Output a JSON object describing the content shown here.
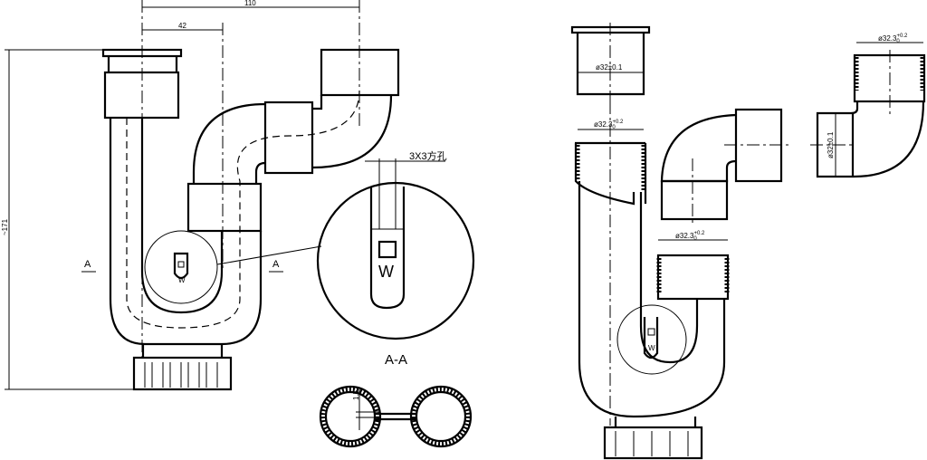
{
  "drawing": {
    "left_view": {
      "dim_overall_width": "110",
      "dim_offset": "42",
      "dim_height": "~171",
      "section_mark_left": "A",
      "section_mark_right": "A",
      "vent_label": "W"
    },
    "detail_view": {
      "hole_note": "3X3方孔",
      "vent_label": "W"
    },
    "section_view": {
      "title": "A-A",
      "wall_thickness": "1.5"
    },
    "right_view": {
      "cap_diameter": "ø32±0.1",
      "socket_diameter": "ø32.3",
      "socket_tol_upper": "+0.2",
      "socket_tol_lower": "0",
      "elbow_socket_diameter": "ø32.3",
      "elbow_tol_upper": "+0.2",
      "elbow_tol_lower": "0",
      "trap_socket_diameter": "ø32.3",
      "trap_tol_upper": "+0.2",
      "trap_tol_lower": "0",
      "elbow_spigot_diameter": "ø32±0.1",
      "vent_label": "W"
    }
  }
}
